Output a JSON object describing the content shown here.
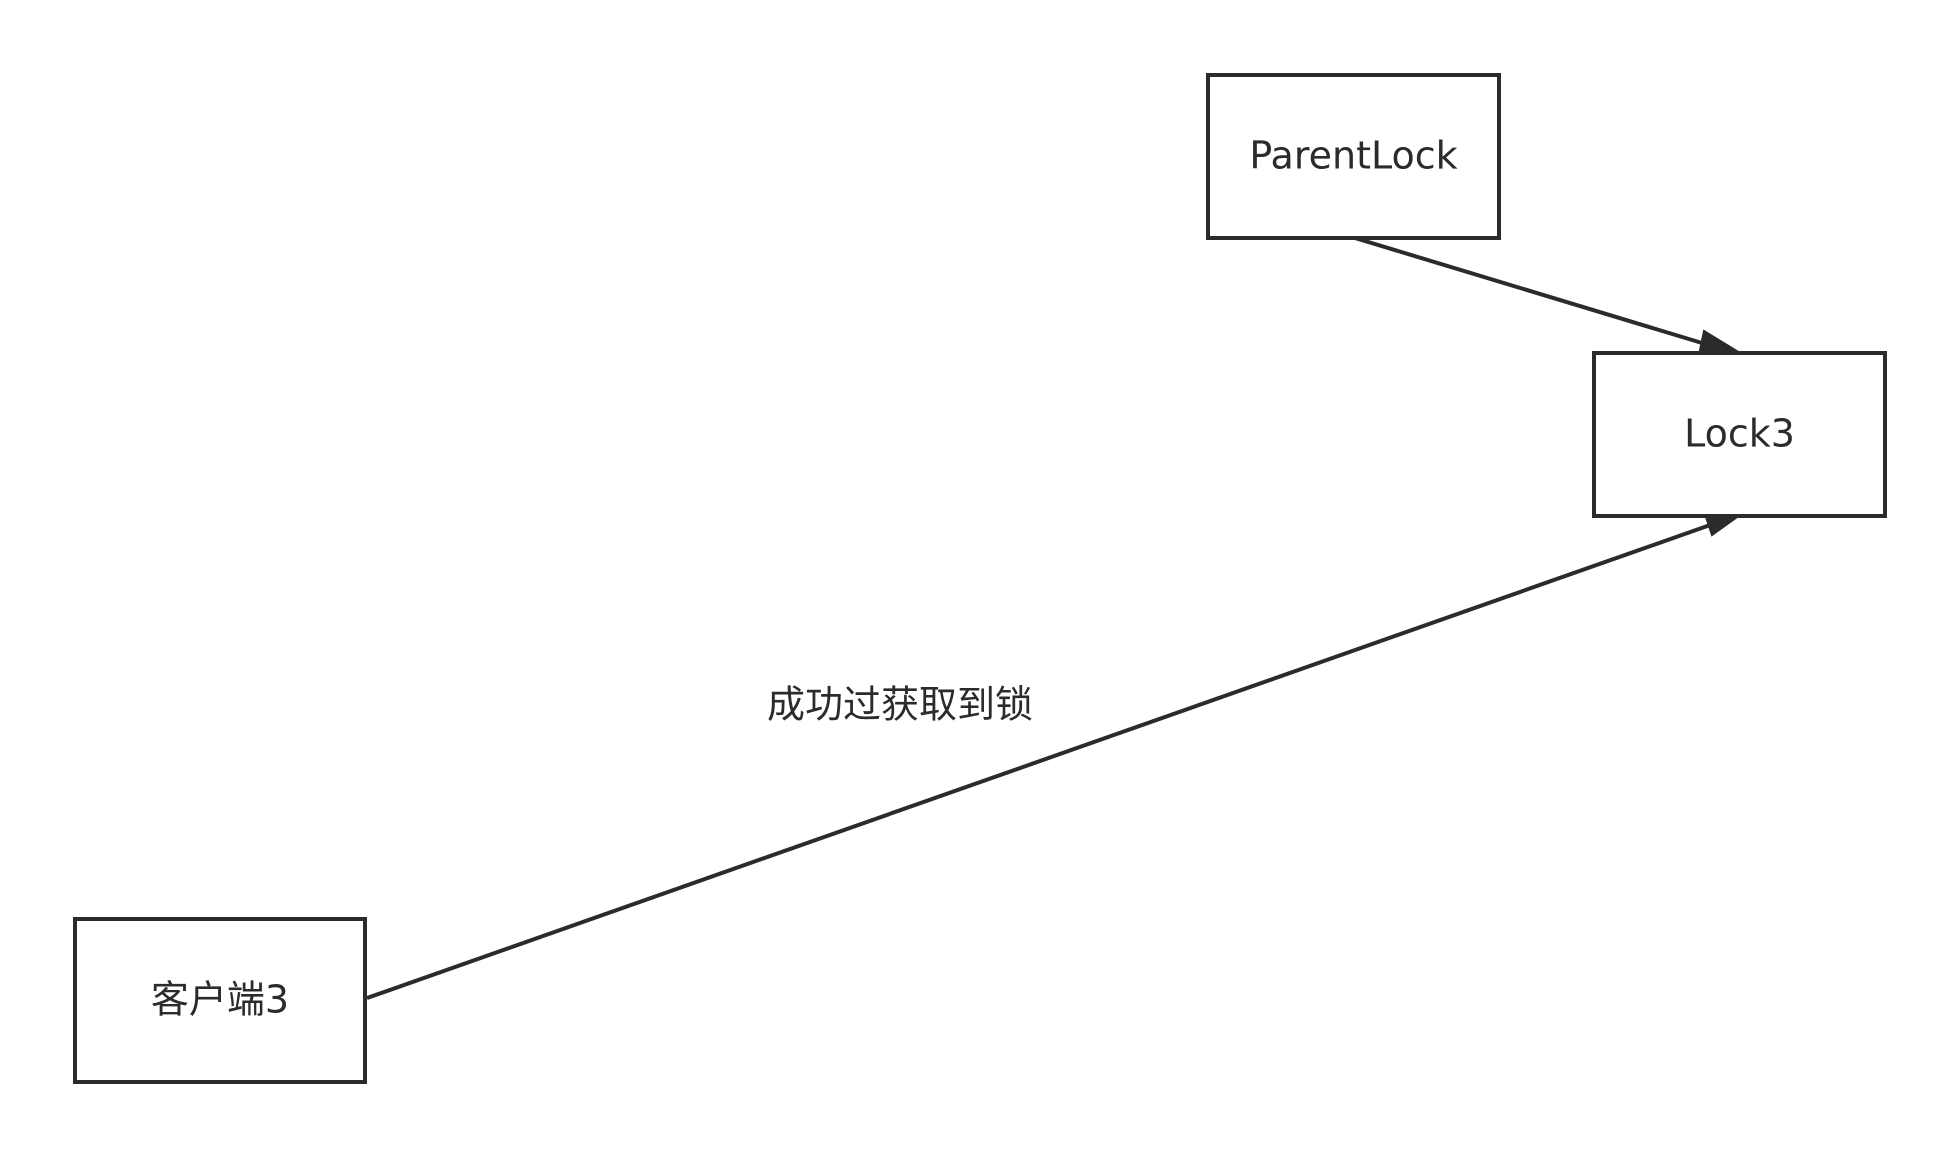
{
  "nodes": {
    "parent_lock": {
      "label": "ParentLock"
    },
    "lock3": {
      "label": "Lock3"
    },
    "client3": {
      "label": "客户端3"
    }
  },
  "edges": {
    "parent_to_lock3": {
      "from": "ParentLock",
      "to": "Lock3",
      "label": ""
    },
    "client_to_lock3": {
      "from": "客户端3",
      "to": "Lock3",
      "label": "成功过获取到锁"
    }
  },
  "colors": {
    "stroke": "#2b2b2b",
    "background": "#ffffff"
  }
}
